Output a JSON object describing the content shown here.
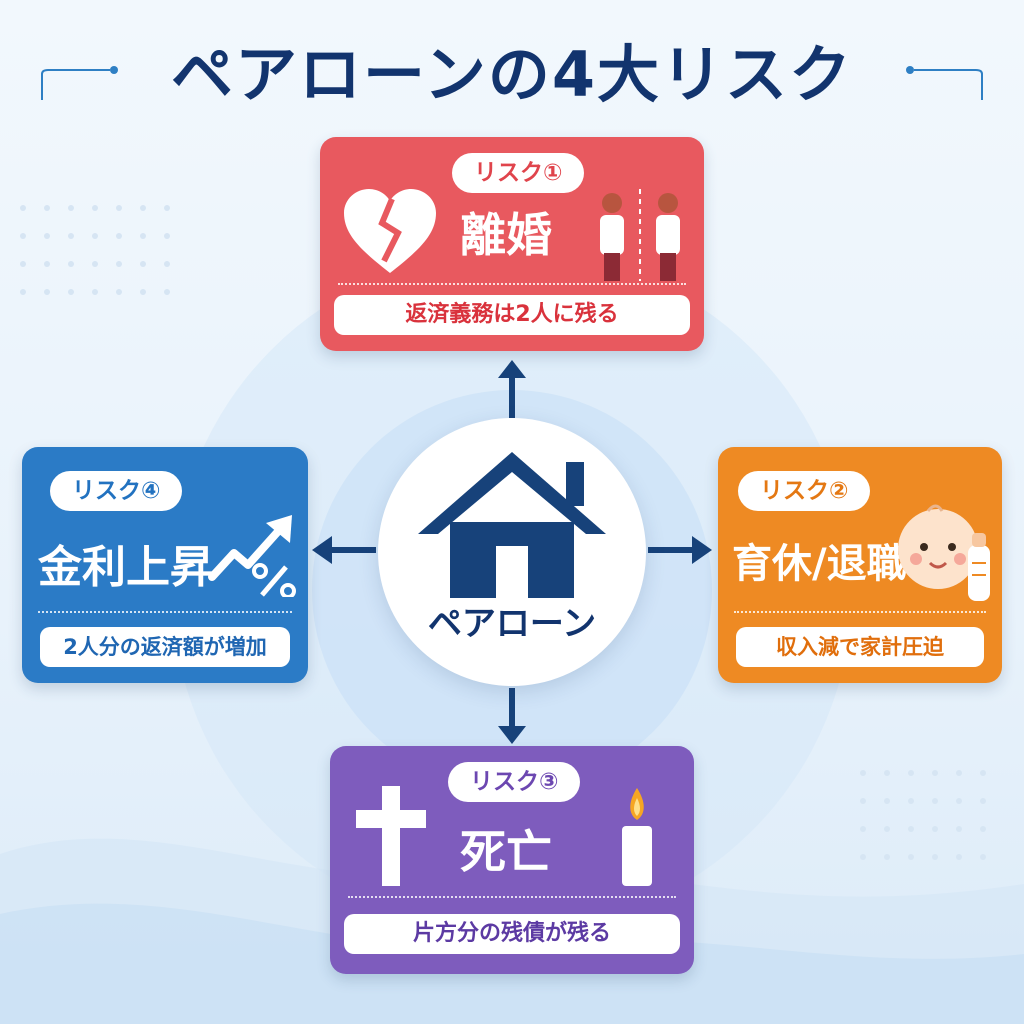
{
  "title": "ペアローンの4大リスク",
  "center": {
    "label": "ペアローン",
    "icon": "house-icon"
  },
  "risks": [
    {
      "badge": "リスク①",
      "title": "離婚",
      "note": "返済義務は2人に残る",
      "icon": "broken-heart-icon",
      "color": "#e8595f"
    },
    {
      "badge": "リスク②",
      "title": "育休/退職",
      "note": "収入減で家計圧迫",
      "icon": "baby-icon",
      "color": "#ee8a23"
    },
    {
      "badge": "リスク③",
      "title": "死亡",
      "note": "片方分の残債が残る",
      "icon": "cross-icon",
      "color": "#7e5cbd"
    },
    {
      "badge": "リスク④",
      "title": "金利上昇",
      "note": "2人分の返済額が増加",
      "icon": "rising-rate-icon",
      "color": "#2b7bc6"
    }
  ]
}
